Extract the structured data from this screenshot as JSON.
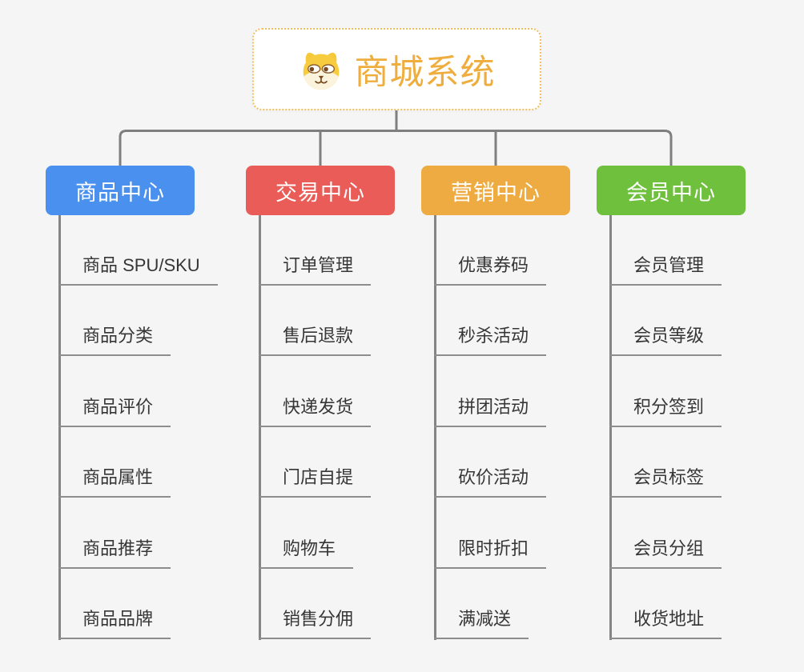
{
  "canvas": {
    "background_color": "#f5f5f5",
    "connector_color": "#7f7f7f",
    "underline_color": "#8d8d8d",
    "subtopic_text_color": "#363636"
  },
  "root": {
    "label": "商城系统",
    "icon": "dog-face-icon",
    "text_color": "#efad3e",
    "border_color": "#f3bd5e",
    "fill_color": "#ffffff"
  },
  "branches": [
    {
      "label": "商品中心",
      "color": "#4a90ee",
      "children": [
        "商品 SPU/SKU",
        "商品分类",
        "商品评价",
        "商品属性",
        "商品推荐",
        "商品品牌"
      ]
    },
    {
      "label": "交易中心",
      "color": "#e95c57",
      "children": [
        "订单管理",
        "售后退款",
        "快递发货",
        "门店自提",
        "购物车",
        "销售分佣"
      ]
    },
    {
      "label": "营销中心",
      "color": "#edab41",
      "children": [
        "优惠券码",
        "秒杀活动",
        "拼团活动",
        "砍价活动",
        "限时折扣",
        "满减送"
      ]
    },
    {
      "label": "会员中心",
      "color": "#6fc13d",
      "children": [
        "会员管理",
        "会员等级",
        "积分签到",
        "会员标签",
        "会员分组",
        "收货地址"
      ]
    }
  ]
}
